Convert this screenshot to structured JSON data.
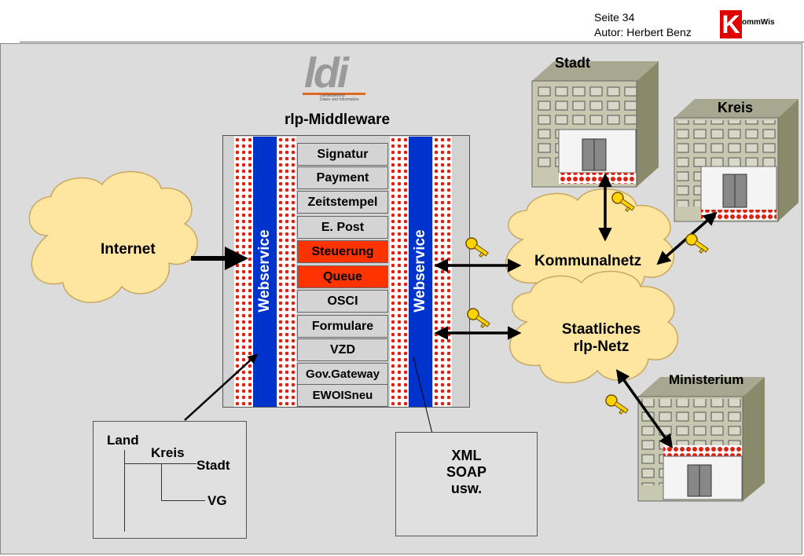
{
  "header": {
    "page": "Seite 34",
    "author": "Autor: Herbert Benz",
    "logo_text": "KommWis",
    "logo_letter": "K",
    "logo_rest": "ommWis"
  },
  "ldi_logo": {
    "letters": "ldi",
    "caption_line1": "Landesbetrieb",
    "caption_line2": "Daten und Information"
  },
  "middleware": {
    "title": "rlp-Middleware",
    "left_bar_label": "Webservice",
    "right_bar_label": "Webservice",
    "services": [
      {
        "label": "Signatur",
        "highlight": false
      },
      {
        "label": "Payment",
        "highlight": false
      },
      {
        "label": "Zeitstempel",
        "highlight": false
      },
      {
        "label": "E. Post",
        "highlight": false
      },
      {
        "label": "Steuerung",
        "highlight": true
      },
      {
        "label": "Queue",
        "highlight": true
      },
      {
        "label": "OSCI",
        "highlight": false
      },
      {
        "label": "Formulare",
        "highlight": false
      },
      {
        "label": "VZD",
        "highlight": false
      },
      {
        "label": "Gov.Gateway",
        "highlight": false
      },
      {
        "label": "EWOISneu",
        "highlight": false
      }
    ]
  },
  "clouds": {
    "internet": "Internet",
    "kommunalnetz": "Kommunalnetz",
    "staatlich_line1": "Staatliches",
    "staatlich_line2": "rlp-Netz"
  },
  "buildings": {
    "stadt": "Stadt",
    "kreis": "Kreis",
    "ministerium": "Ministerium"
  },
  "hierarchy_box": {
    "land": "Land",
    "kreis": "Kreis",
    "stadt": "Stadt",
    "vg": "VG"
  },
  "xml_box": {
    "line1": "XML",
    "line2": "SOAP",
    "line3": "usw."
  },
  "colors": {
    "background": "#dcdcdc",
    "webservice_bar": "#0033cc",
    "highlight": "#ff3300",
    "cloud": "#ffe6a0",
    "building_front": "#c8c8b0",
    "building_side": "#8a8a6a"
  }
}
